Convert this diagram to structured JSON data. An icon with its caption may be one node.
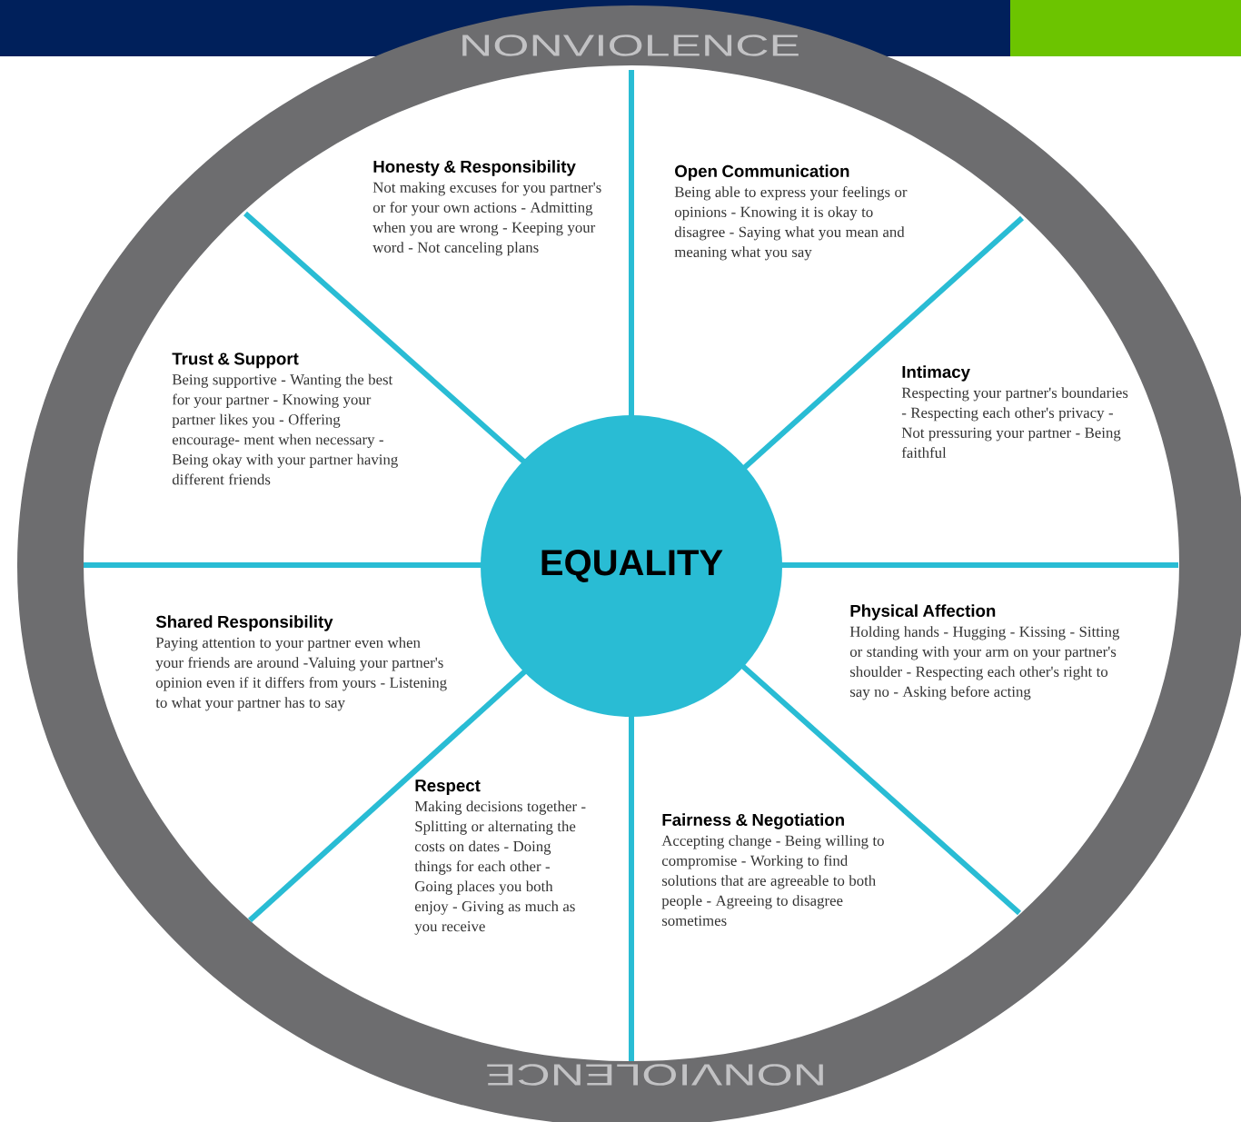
{
  "diagram": {
    "nodes": [
      {
        "text": [
          "NONVIOLENCE",
          "NONVIOLENCE"
        ]
      },
      {
        "text": [
          "Honesty & Responsibility",
          "Not making excuses for you partner's or for your own actions - Admitting when you are wrong - Keeping your word - Not canceling plans"
        ],
        "in": 0
      },
      {
        "text": [
          "Open Communication",
          "Being able to express your feelings or opinions - Knowing it is okay to disagree - Saying what you mean and meaning what you say"
        ],
        "in": 0
      },
      {
        "text": [
          "Trust & Support",
          "Being supportive - Wanting the best for your partner - Knowing your partner likes you - Offering encourage- ment when necessary - Being okay with your partner having different friends"
        ],
        "in": 0
      },
      {
        "text": [
          "Intimacy",
          "Respecting your partner's boundaries - Respecting each other's privacy - Not pressuring your partner - Being faithful"
        ],
        "in": 0
      },
      {
        "text": [
          "EQUALITY"
        ],
        "in": 0
      },
      {
        "text": [
          "Shared Responsibility",
          "Paying attention to your partner even when your friends are around -Valuing your partner's opinion even if it differs from yours - Listening to what your partner has to say"
        ],
        "in": 0
      },
      {
        "text": [
          "Physical Affection",
          "Holding hands - Hugging - Kissing - Sitting or standing with your arm on your partner's shoulder - Respecting each other's right to say no - Asking before acting"
        ],
        "in": 0
      },
      {
        "text": [
          "Respect",
          "Making decisions together - Splitting or alternating the costs on dates - Doing things for each other - Going places you both enjoy - Giving as much as you receive"
        ],
        "in": 0
      },
      {
        "text": [
          "Fairness & Negotiation",
          "Accepting change - Being willing to compromise - Working to find solutions that are agreeable to both people - Agreeing to disagree sometimes"
        ],
        "in": 0
      }
    ]
  }
}
